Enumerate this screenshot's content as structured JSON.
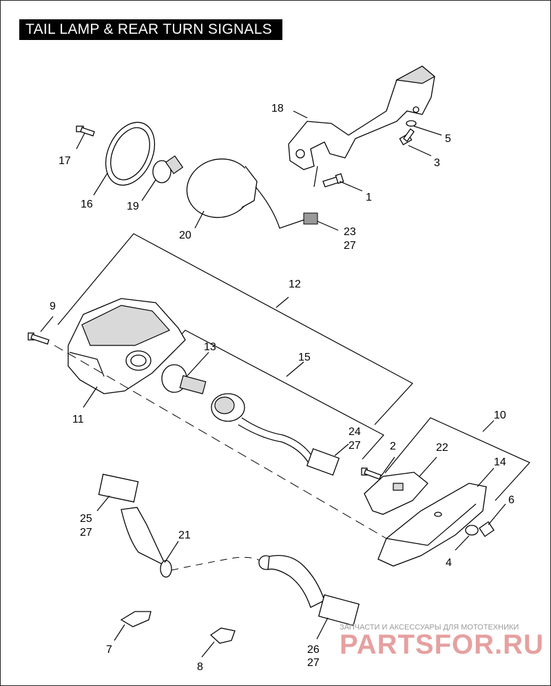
{
  "title": "TAIL LAMP & REAR  TURN SIGNALS",
  "callouts": [
    {
      "id": "c1",
      "text": "1"
    },
    {
      "id": "c2",
      "text": "2"
    },
    {
      "id": "c3",
      "text": "3"
    },
    {
      "id": "c4",
      "text": "4"
    },
    {
      "id": "c5",
      "text": "5"
    },
    {
      "id": "c6",
      "text": "6"
    },
    {
      "id": "c7",
      "text": "7"
    },
    {
      "id": "c8",
      "text": "8"
    },
    {
      "id": "c9",
      "text": "9"
    },
    {
      "id": "c10",
      "text": "10"
    },
    {
      "id": "c11",
      "text": "11"
    },
    {
      "id": "c12",
      "text": "12"
    },
    {
      "id": "c13",
      "text": "13"
    },
    {
      "id": "c14",
      "text": "14"
    },
    {
      "id": "c15",
      "text": "15"
    },
    {
      "id": "c16",
      "text": "16"
    },
    {
      "id": "c17",
      "text": "17"
    },
    {
      "id": "c18",
      "text": "18"
    },
    {
      "id": "c19",
      "text": "19"
    },
    {
      "id": "c20",
      "text": "20"
    },
    {
      "id": "c21",
      "text": "21"
    },
    {
      "id": "c22",
      "text": "22"
    },
    {
      "id": "c23",
      "text": "23"
    },
    {
      "id": "c24",
      "text": "24"
    },
    {
      "id": "c25",
      "text": "25"
    },
    {
      "id": "c26",
      "text": "26"
    },
    {
      "id": "c27a",
      "text": "27"
    },
    {
      "id": "c27b",
      "text": "27"
    },
    {
      "id": "c27c",
      "text": "27"
    },
    {
      "id": "c27d",
      "text": "27"
    }
  ],
  "watermark": {
    "caption": "ЗАПЧАСТИ И АКСЕССУАРЫ ДЛЯ МОТОТЕХНИКИ",
    "brand": "PARTSFOR.RU"
  }
}
